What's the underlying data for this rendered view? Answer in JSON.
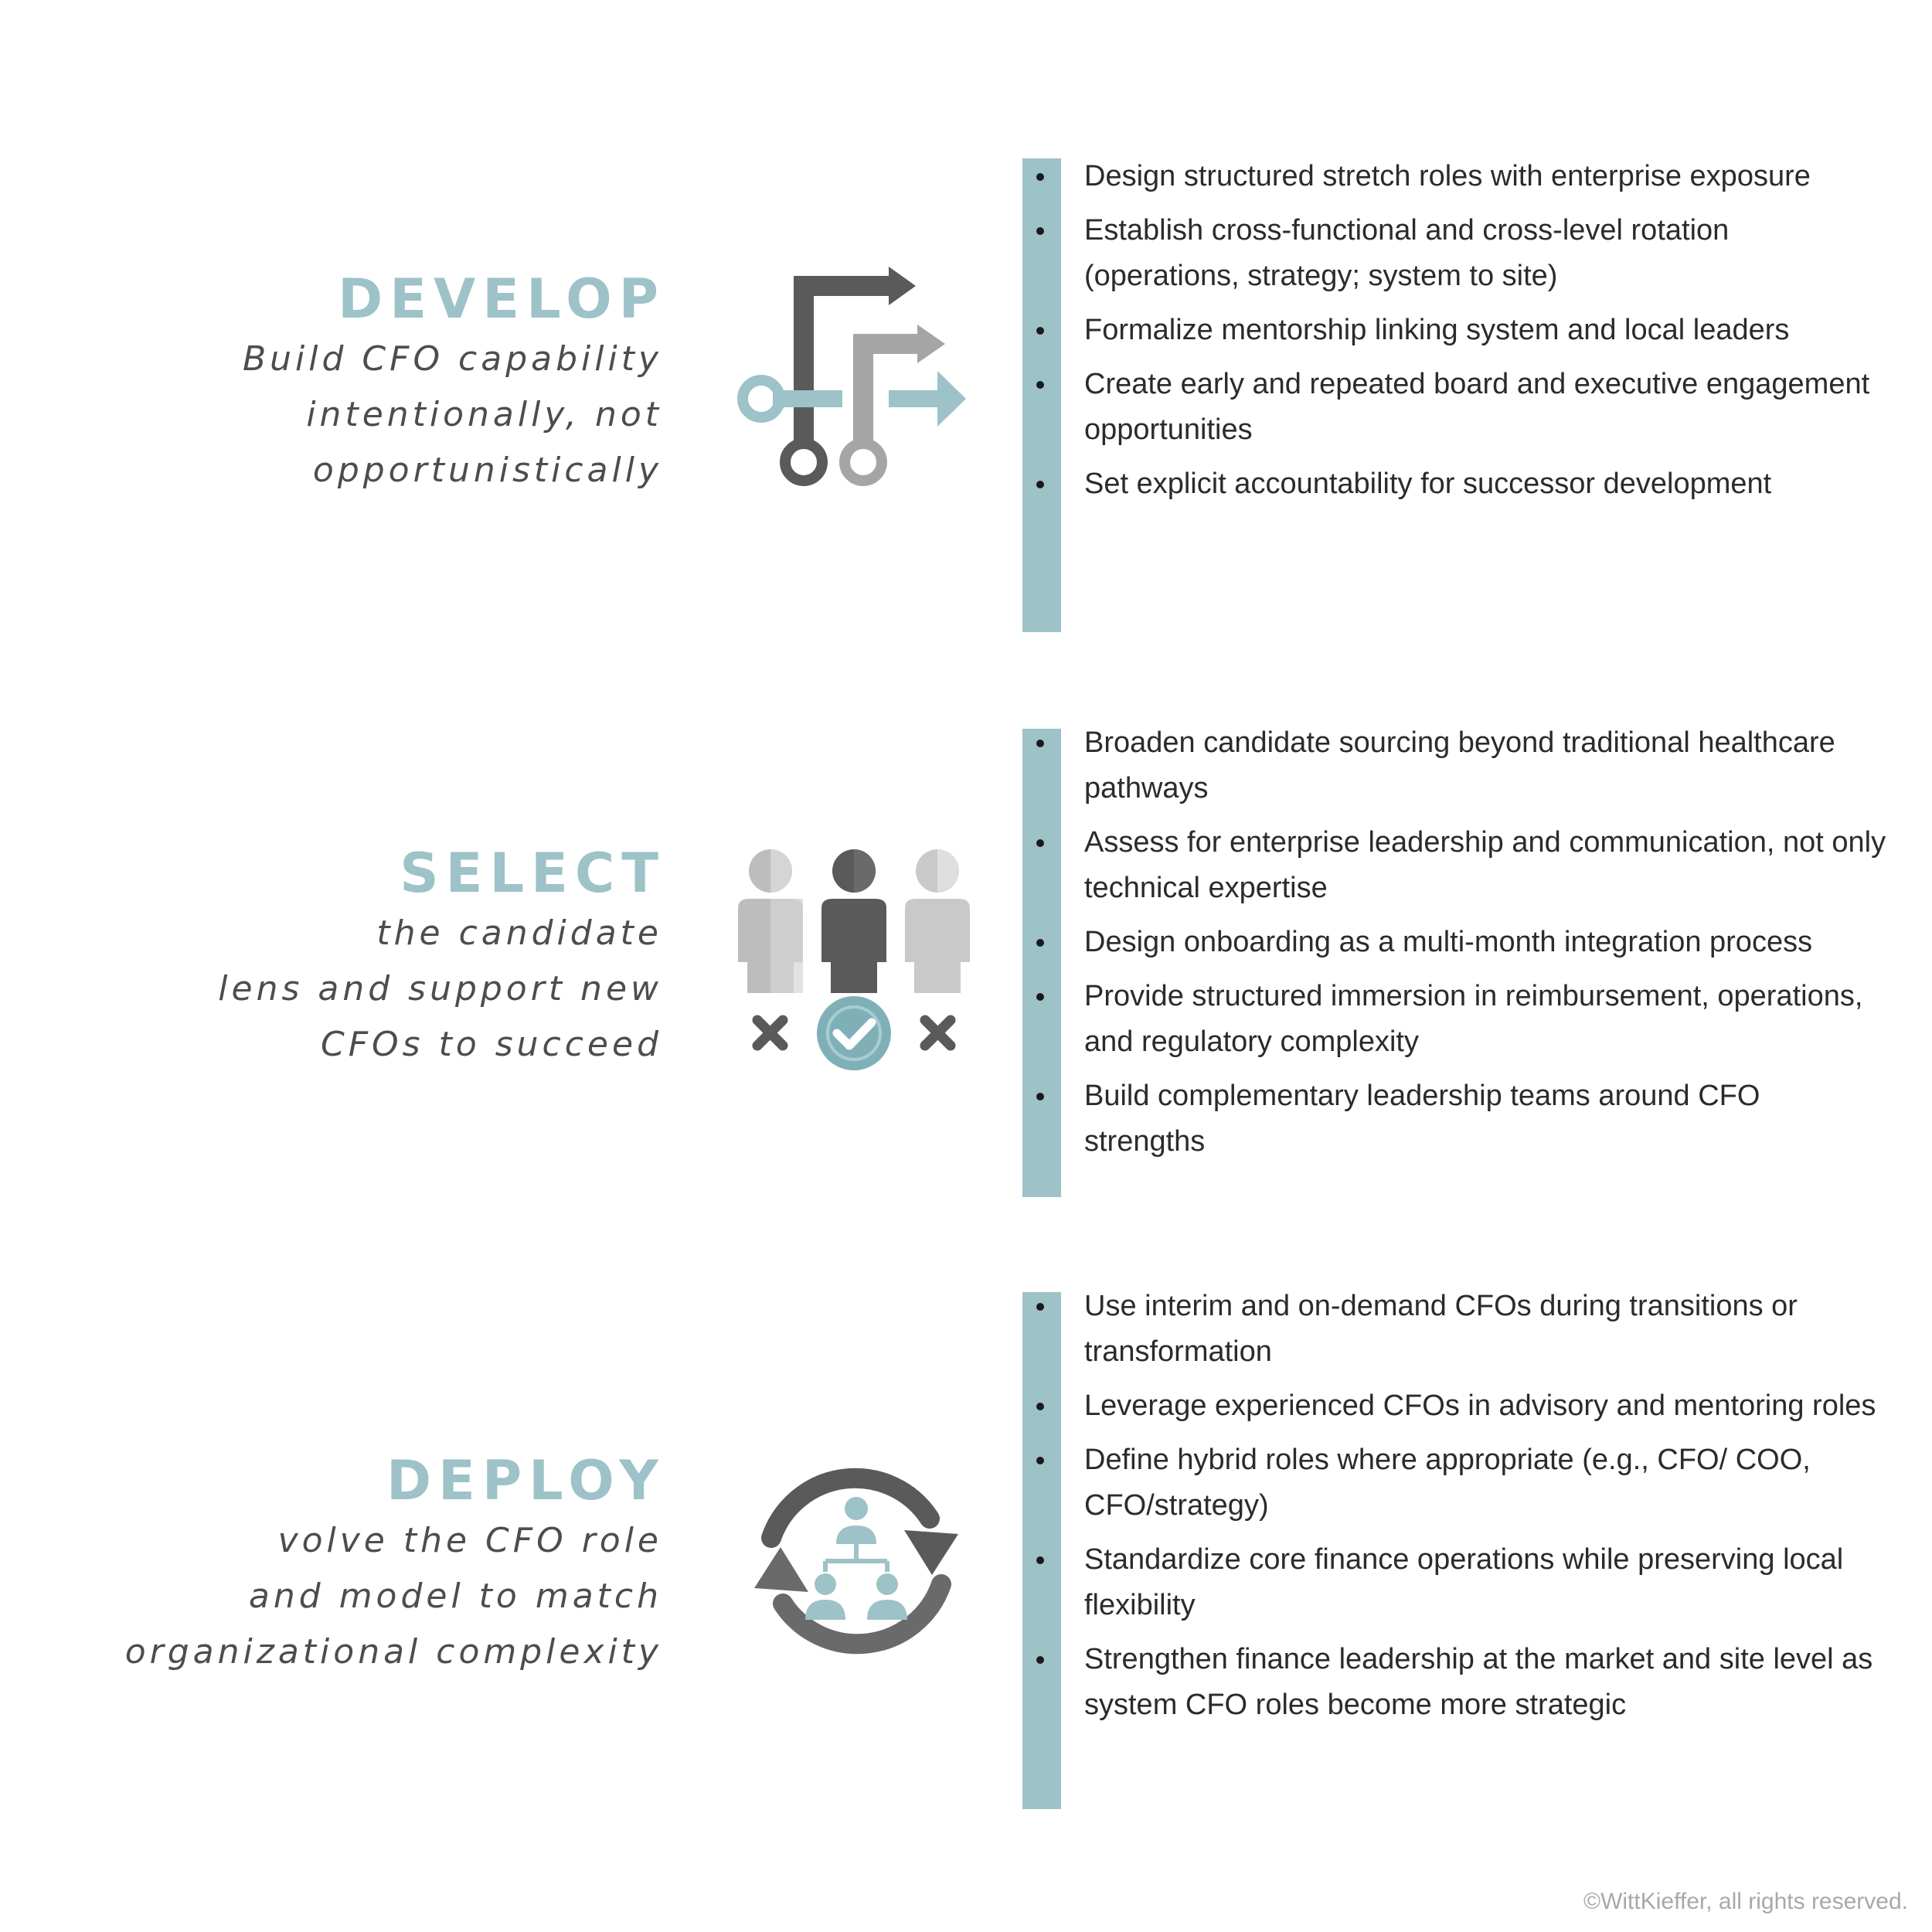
{
  "sections": [
    {
      "title": "DEVELOP",
      "subtitle_lines": [
        "Build CFO capability",
        "intentionally, not",
        "opportunistically"
      ],
      "icon": "branching-arrows-icon",
      "bullets": [
        "Design structured stretch roles with enterprise exposure",
        "Establish cross-functional and cross-level rotation (operations, strategy; system to site)",
        "Formalize mentorship linking system and local leaders",
        "Create early and repeated board and executive engagement opportunities",
        "Set explicit accountability for successor development"
      ]
    },
    {
      "title": "SELECT",
      "subtitle_lines": [
        "the candidate",
        "lens and support new",
        "CFOs to succeed"
      ],
      "icon": "candidate-selection-icon",
      "bullets": [
        "Broaden candidate sourcing beyond traditional healthcare pathways",
        "Assess for enterprise leadership and communication, not only technical expertise",
        "Design onboarding as a multi-month integration process",
        "Provide structured immersion in reimbursement, operations, and regulatory complexity",
        "Build complementary leadership teams around CFO strengths"
      ]
    },
    {
      "title": "DEPLOY",
      "subtitle_lines": [
        "volve the CFO role",
        "and model to match",
        "organizational complexity"
      ],
      "icon": "org-cycle-icon",
      "bullets": [
        "Use interim and on-demand CFOs during transitions or transformation",
        "Leverage experienced CFOs in advisory and mentoring roles",
        "Define hybrid roles where appropriate (e.g., CFO/ COO, CFO/strategy)",
        "Standardize core finance operations while preserving local flexibility",
        "Strengthen finance leadership at the market and site level as system CFO roles become more strategic"
      ]
    }
  ],
  "colors": {
    "accent": "#9dc2c8",
    "dark_gray": "#5a5a5a",
    "mid_gray": "#9a9a9a",
    "light_gray": "#c8c8c8",
    "text": "#2b2b2b"
  },
  "copyright": "©WittKieffer, all rights reserved."
}
